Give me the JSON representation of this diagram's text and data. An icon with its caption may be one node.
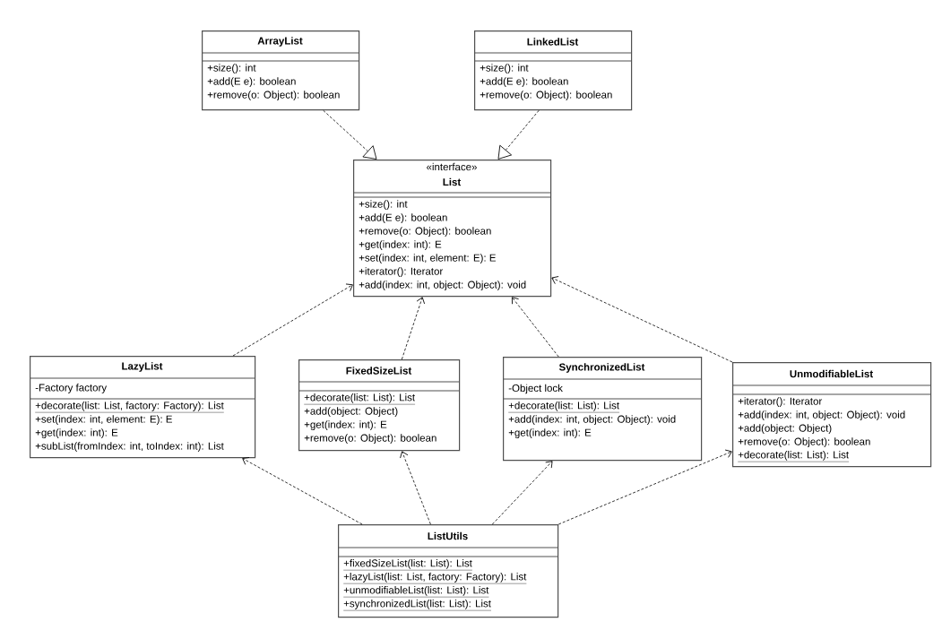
{
  "diagram": {
    "nodes": [
      {
        "text": [
          "ArrayList",
          "+size(): int",
          "+add(E e): boolean",
          "+remove(o: Object): boolean"
        ]
      },
      {
        "text": [
          "LinkedList",
          "+size(): int",
          "+add(E e): boolean",
          "+remove(o: Object): boolean"
        ]
      },
      {
        "text": [
          "«interface»",
          "List",
          "+size(): int",
          "+add(E e): boolean",
          "+remove(o: Object): boolean",
          "+get(index: int): E",
          "+set(index: int, element: E): E",
          "+iterator(): Iterator",
          "+add(index: int, object: Object): void"
        ]
      },
      {
        "text": [
          "LazyList",
          "-Factory factory",
          "+decorate(list: List, factory: Factory): List",
          "+set(index: int, element: E): E",
          "+get(index: int): E",
          "+subList(fromIndex: int, toIndex: int): List"
        ]
      },
      {
        "text": [
          "FixedSizeList",
          "+decorate(list: List): List",
          "+add(object: Object)",
          "+get(index: int): E",
          "+remove(o: Object): boolean"
        ]
      },
      {
        "text": [
          "SynchronizedList",
          "-Object lock",
          "+decorate(list: List): List",
          "+add(index: int, object: Object): void",
          "+get(index: int): E"
        ]
      },
      {
        "text": [
          "UnmodifiableList",
          "+iterator(): Iterator",
          "+add(index: int, object: Object): void",
          "+add(object: Object)",
          "+remove(o: Object): boolean",
          "+decorate(list: List): List"
        ]
      },
      {
        "text": [
          "ListUtils",
          "+fixedSizeList(list: List): List",
          "+lazyList(list: List, factory: Factory): List",
          "+unmodifiableList(list: List): List",
          "+synchronizedList(list: List): List"
        ]
      }
    ],
    "edges": [
      {
        "from": 0,
        "to": 2,
        "arrow": "to",
        "style": "dashed"
      },
      {
        "from": 1,
        "to": 2,
        "arrow": "to",
        "style": "dashed"
      },
      {
        "from": 3,
        "to": 2,
        "arrow": "to",
        "style": "dashed"
      },
      {
        "from": 4,
        "to": 2,
        "arrow": "to",
        "style": "dashed"
      },
      {
        "from": 5,
        "to": 2,
        "arrow": "to",
        "style": "dashed"
      },
      {
        "from": 6,
        "to": 2,
        "arrow": "to",
        "style": "dashed"
      },
      {
        "from": 7,
        "to": 3,
        "arrow": "to",
        "style": "dashed"
      },
      {
        "from": 7,
        "to": 4,
        "arrow": "to",
        "style": "dashed"
      },
      {
        "from": 7,
        "to": 5,
        "arrow": "to",
        "style": "dashed"
      },
      {
        "from": 7,
        "to": 6,
        "arrow": "to",
        "style": "dashed"
      }
    ]
  }
}
